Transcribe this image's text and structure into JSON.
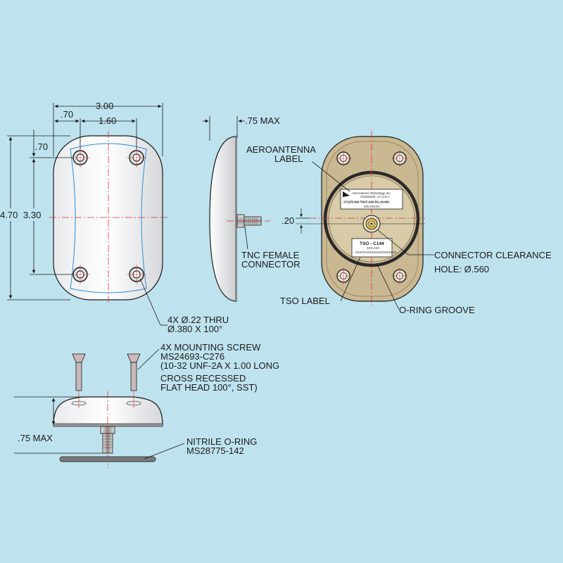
{
  "colors": {
    "background": "#bfe3ee",
    "line": "#1a1a1a",
    "centerline": "#e0302a",
    "outline_blue": "#2b8fd6",
    "label_tan": "#c9b892",
    "screw": "#c9b9b9"
  },
  "dimensions": {
    "overall_width": "3.00",
    "hole_offset_x": ".70",
    "hole_spacing_x": "1.60",
    "hole_offset_y": ".70",
    "overall_length": "4.70",
    "hole_spacing_y": "3.30",
    "side_height": ".75 MAX",
    "connector_offset": ".20",
    "bottom_height": ".75 MAX"
  },
  "callouts": {
    "aeroantenna_label_1": "AEROANTENNA",
    "aeroantenna_label_2": "LABEL",
    "tnc_1": "TNC FEMALE",
    "tnc_2": "CONNECTOR",
    "clearance_1": "CONNECTOR CLEARANCE",
    "clearance_2": "HOLE: Ø.560",
    "tso_label": "TSO LABEL",
    "oring_groove": "O-RING GROOVE",
    "holes_1": "4X Ø.22 THRU",
    "holes_2": "Ø.380 X 100°",
    "screw_1": "4X MOUNTING SCREW",
    "screw_2": "MS24693-C276",
    "screw_3": "(10-32 UNF-2A X 1.00 LONG",
    "screw_4": "CROSS RECESSED",
    "screw_5": "FLAT HEAD 100°, SST)",
    "nitrile_1": "NITRILE O-RING",
    "nitrile_2": "MS28775-142"
  },
  "labels": {
    "aero_company": "AeroAntenna Technology, Inc.",
    "aero_sub": "Chatsworth, CA U.S.A.",
    "aero_part": "AT1675-0W-TNCF-000-RG-36-NM",
    "aero_serial": "S/N XXXXX",
    "tso_title": "TSO - C144",
    "tso_line1": "XXX  XXX",
    "tso_line2": "XXXXXXXXXXXXXXXXXXXXX"
  }
}
